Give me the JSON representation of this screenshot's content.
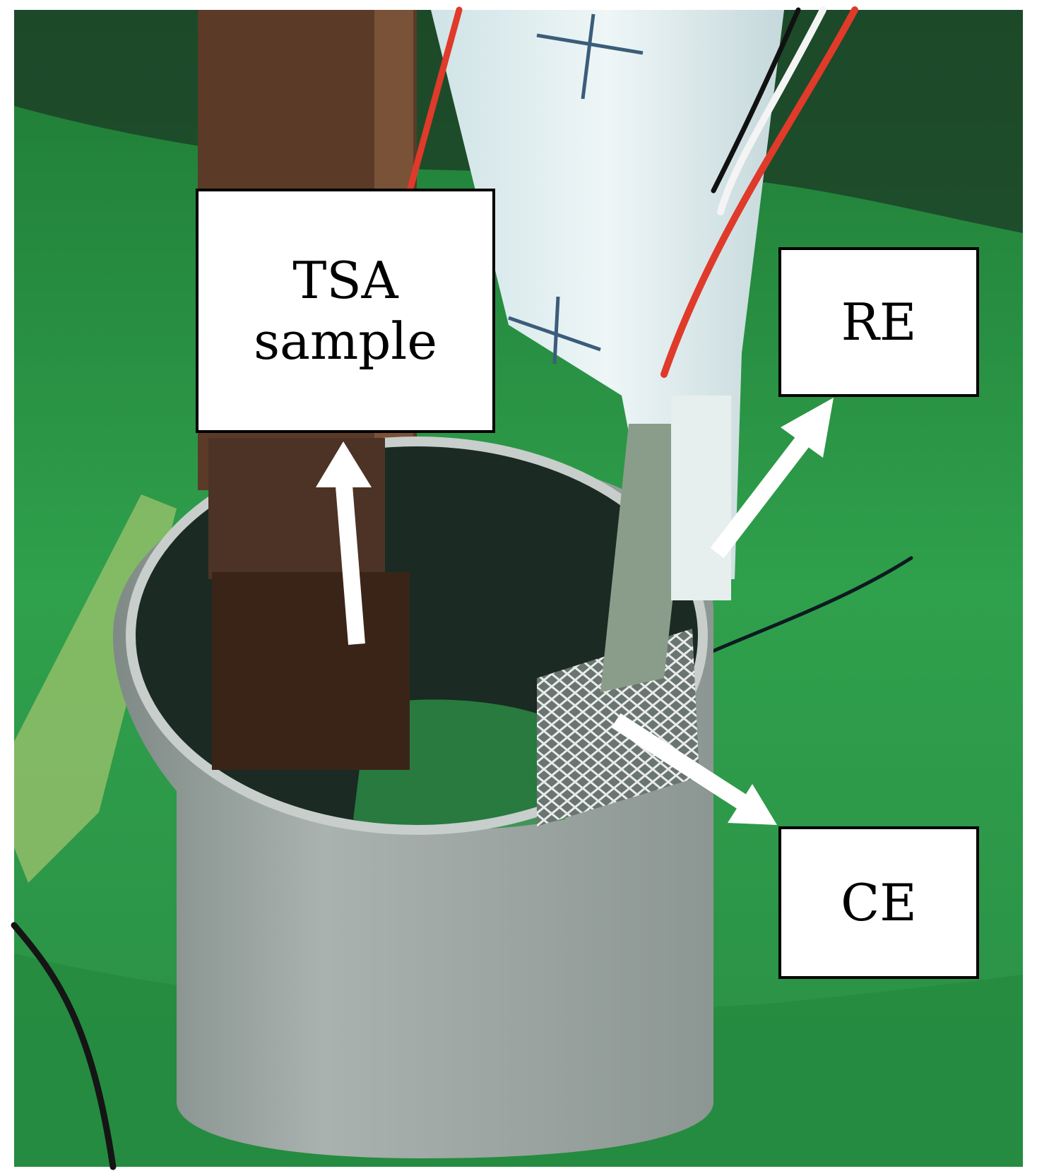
{
  "labels": {
    "tsa_line1": "TSA",
    "tsa_line2": "sample",
    "re": "RE",
    "ce": "CE"
  },
  "colors": {
    "background_green": "#2f9e4a",
    "pipe_gray": "#9aa3a0",
    "arrow": "#ffffff",
    "label_border": "#000000"
  }
}
